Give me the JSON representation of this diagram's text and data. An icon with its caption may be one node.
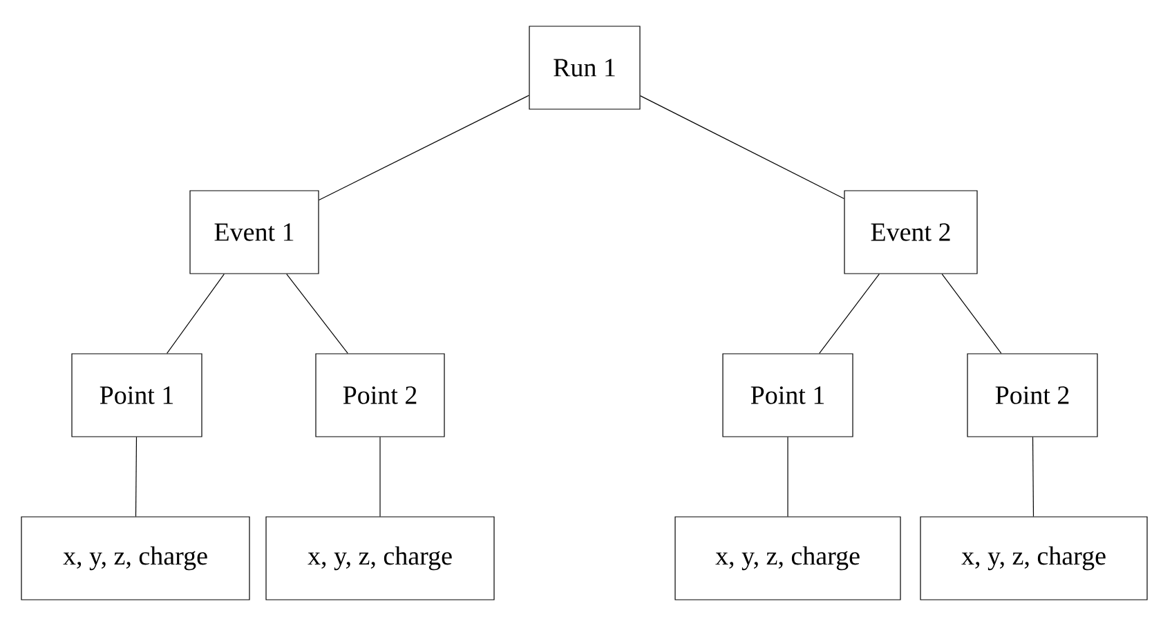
{
  "diagram": {
    "nodes": [
      {
        "text": [
          "Run 1"
        ]
      },
      {
        "text": [
          "Event 1"
        ]
      },
      {
        "text": [
          "Event 2"
        ]
      },
      {
        "text": [
          "Point 1"
        ]
      },
      {
        "text": [
          "Point 2"
        ]
      },
      {
        "text": [
          "Point 1"
        ]
      },
      {
        "text": [
          "Point 2"
        ]
      },
      {
        "text": [
          "x, y, z, charge"
        ]
      },
      {
        "text": [
          "x, y, z, charge"
        ]
      },
      {
        "text": [
          "x, y, z, charge"
        ]
      },
      {
        "text": [
          "x, y, z, charge"
        ]
      }
    ],
    "edges": [
      {
        "from": 0,
        "to": 1,
        "arrow": "none"
      },
      {
        "from": 0,
        "to": 2,
        "arrow": "none"
      },
      {
        "from": 1,
        "to": 3,
        "arrow": "none"
      },
      {
        "from": 1,
        "to": 4,
        "arrow": "none"
      },
      {
        "from": 2,
        "to": 5,
        "arrow": "none"
      },
      {
        "from": 2,
        "to": 6,
        "arrow": "none"
      },
      {
        "from": 3,
        "to": 7,
        "arrow": "none"
      },
      {
        "from": 4,
        "to": 8,
        "arrow": "none"
      },
      {
        "from": 5,
        "to": 9,
        "arrow": "none"
      },
      {
        "from": 6,
        "to": 10,
        "arrow": "none"
      }
    ]
  }
}
